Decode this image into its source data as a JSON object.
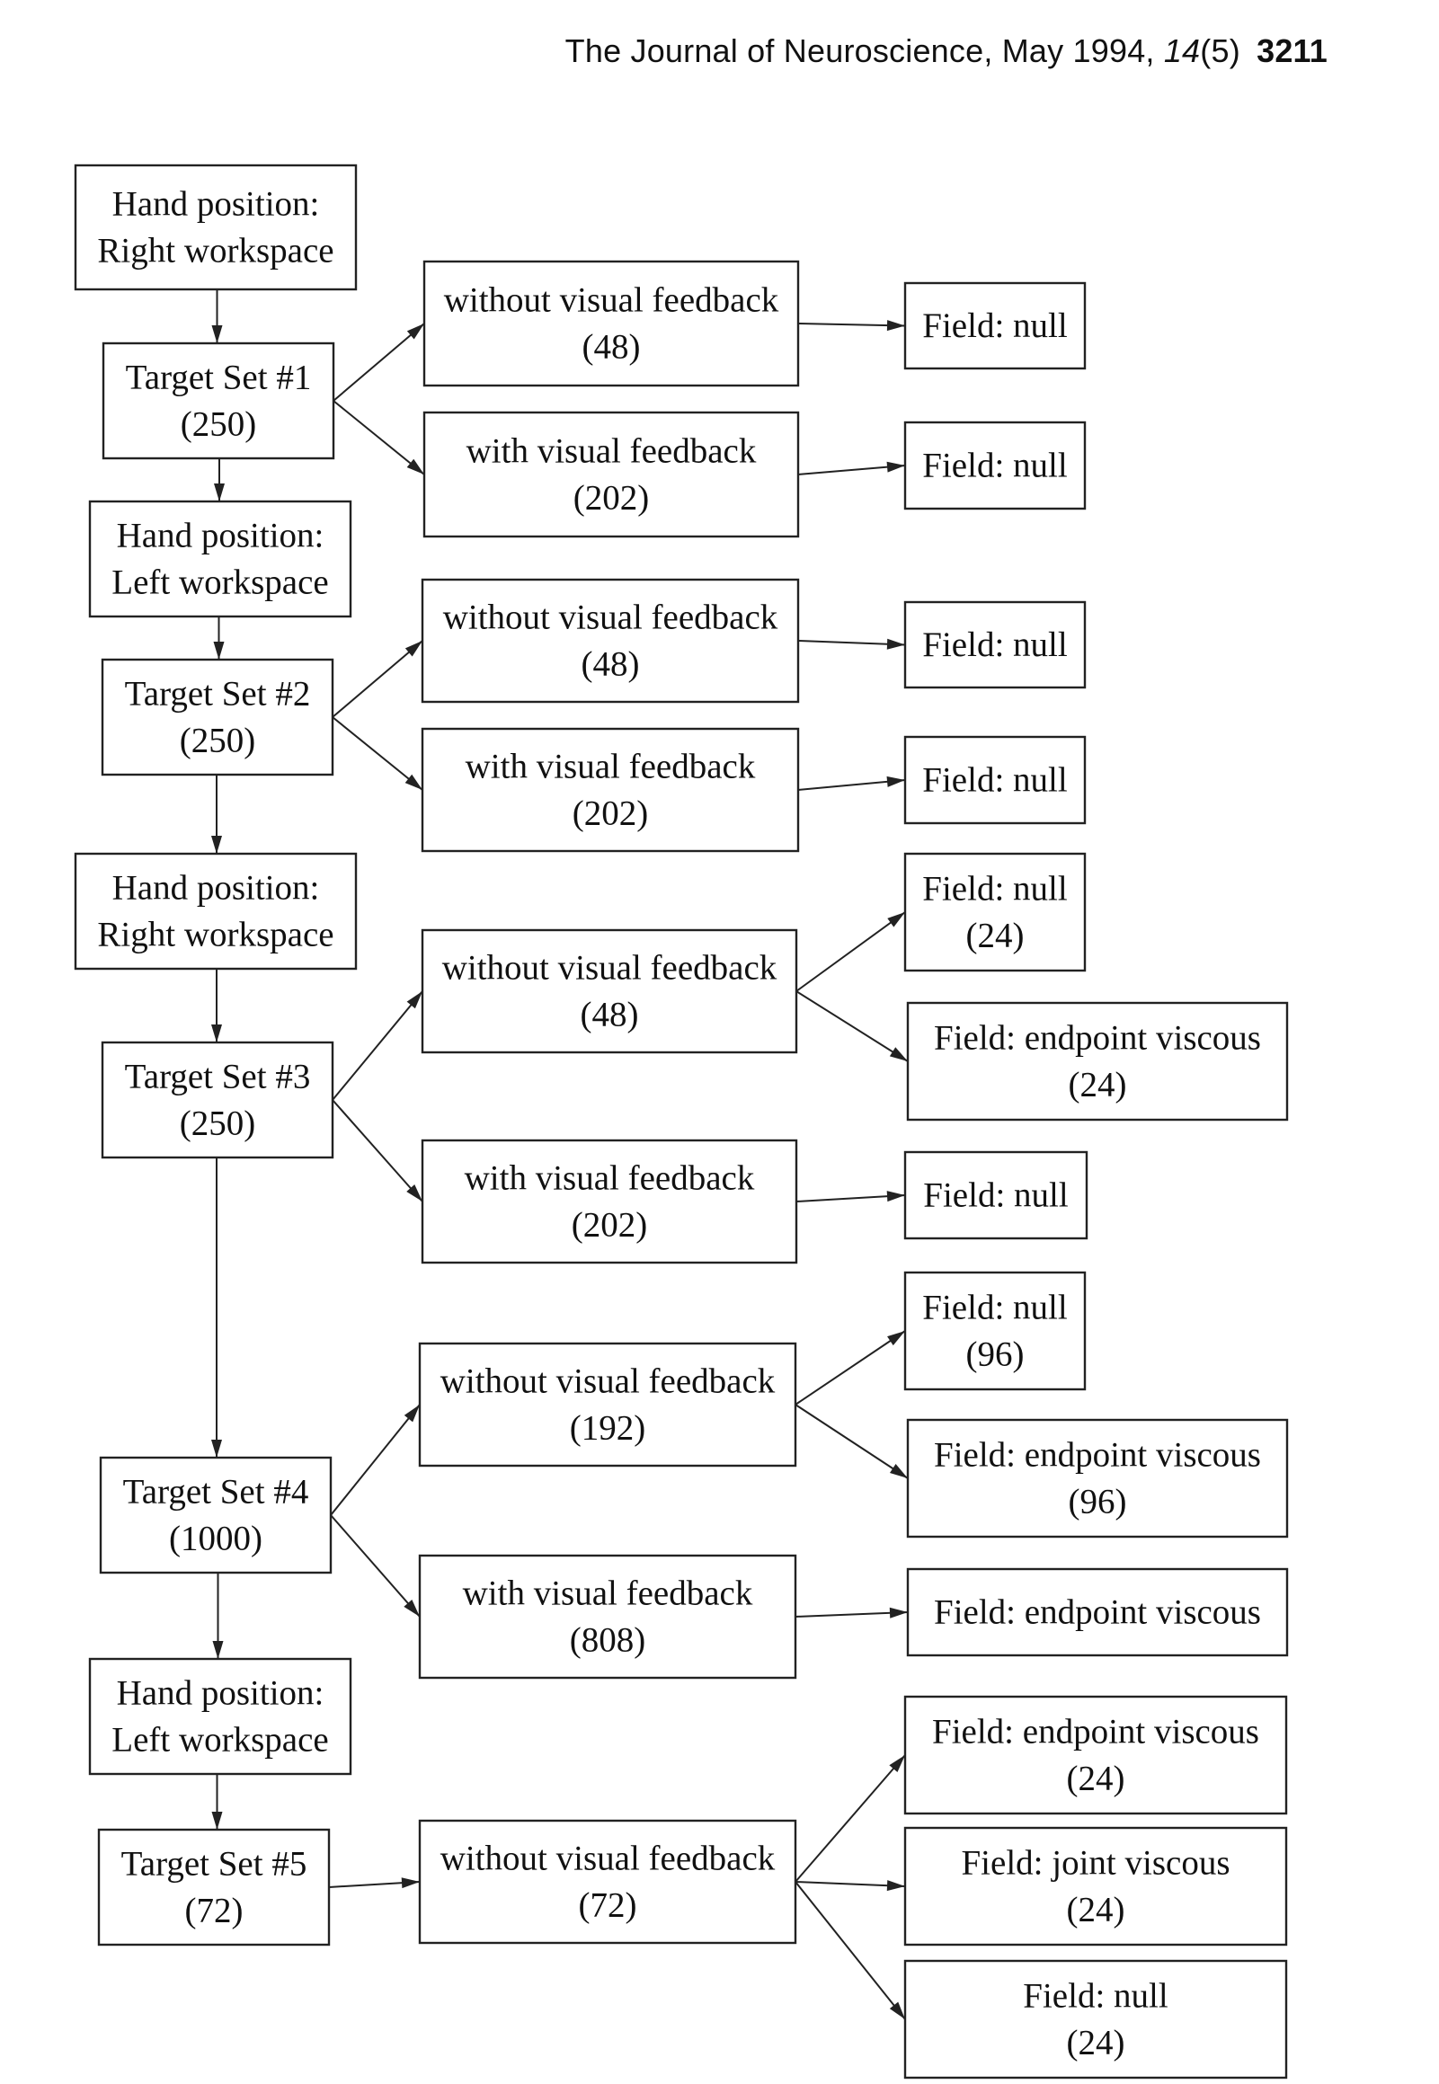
{
  "header": {
    "journal": "The Journal of Neuroscience, May 1994,",
    "volume": "14",
    "issue": "(5)",
    "page": "3211"
  },
  "diagram": {
    "nodes": [
      {
        "id": "hp1",
        "lines": [
          "Hand position:",
          "Right workspace"
        ]
      },
      {
        "id": "ts1",
        "lines": [
          "Target Set #1",
          "(250)"
        ]
      },
      {
        "id": "hp2",
        "lines": [
          "Hand position:",
          "Left workspace"
        ]
      },
      {
        "id": "ts2",
        "lines": [
          "Target Set #2",
          "(250)"
        ]
      },
      {
        "id": "hp3",
        "lines": [
          "Hand position:",
          "Right workspace"
        ]
      },
      {
        "id": "ts3",
        "lines": [
          "Target Set #3",
          "(250)"
        ]
      },
      {
        "id": "ts4",
        "lines": [
          "Target Set #4",
          "(1000)"
        ]
      },
      {
        "id": "hp4",
        "lines": [
          "Hand position:",
          "Left workspace"
        ]
      },
      {
        "id": "ts5",
        "lines": [
          "Target Set #5",
          "(72)"
        ]
      },
      {
        "id": "c1a",
        "lines": [
          "without visual feedback",
          "(48)"
        ]
      },
      {
        "id": "c1b",
        "lines": [
          "with visual feedback",
          "(202)"
        ]
      },
      {
        "id": "c2a",
        "lines": [
          "without visual feedback",
          "(48)"
        ]
      },
      {
        "id": "c2b",
        "lines": [
          "with visual feedback",
          "(202)"
        ]
      },
      {
        "id": "c3a",
        "lines": [
          "without visual feedback",
          "(48)"
        ]
      },
      {
        "id": "c3b",
        "lines": [
          "with visual feedback",
          "(202)"
        ]
      },
      {
        "id": "c4a",
        "lines": [
          "without visual feedback",
          "(192)"
        ]
      },
      {
        "id": "c4b",
        "lines": [
          "with visual feedback",
          "(808)"
        ]
      },
      {
        "id": "c5a",
        "lines": [
          "without visual feedback",
          "(72)"
        ]
      },
      {
        "id": "f1a",
        "lines": [
          "Field: null"
        ]
      },
      {
        "id": "f1b",
        "lines": [
          "Field: null"
        ]
      },
      {
        "id": "f2a",
        "lines": [
          "Field: null"
        ]
      },
      {
        "id": "f2b",
        "lines": [
          "Field: null"
        ]
      },
      {
        "id": "f3a1",
        "lines": [
          "Field: null",
          "(24)"
        ]
      },
      {
        "id": "f3a2",
        "lines": [
          "Field: endpoint viscous",
          "(24)"
        ]
      },
      {
        "id": "f3b",
        "lines": [
          "Field: null"
        ]
      },
      {
        "id": "f4a1",
        "lines": [
          "Field: null",
          "(96)"
        ]
      },
      {
        "id": "f4a2",
        "lines": [
          "Field: endpoint viscous",
          "(96)"
        ]
      },
      {
        "id": "f4b",
        "lines": [
          "Field: endpoint viscous"
        ]
      },
      {
        "id": "f5a1",
        "lines": [
          "Field: endpoint viscous",
          "(24)"
        ]
      },
      {
        "id": "f5a2",
        "lines": [
          "Field: joint viscous",
          "(24)"
        ]
      },
      {
        "id": "f5a3",
        "lines": [
          "Field:  null",
          "(24)"
        ]
      }
    ],
    "edges": [
      [
        "hp1",
        "ts1"
      ],
      [
        "ts1",
        "hp2"
      ],
      [
        "hp2",
        "ts2"
      ],
      [
        "ts2",
        "hp3"
      ],
      [
        "hp3",
        "ts3"
      ],
      [
        "ts3",
        "ts4"
      ],
      [
        "ts4",
        "hp4"
      ],
      [
        "hp4",
        "ts5"
      ],
      [
        "ts1",
        "c1a"
      ],
      [
        "ts1",
        "c1b"
      ],
      [
        "ts2",
        "c2a"
      ],
      [
        "ts2",
        "c2b"
      ],
      [
        "ts3",
        "c3a"
      ],
      [
        "ts3",
        "c3b"
      ],
      [
        "ts4",
        "c4a"
      ],
      [
        "ts4",
        "c4b"
      ],
      [
        "ts5",
        "c5a"
      ],
      [
        "c1a",
        "f1a"
      ],
      [
        "c1b",
        "f1b"
      ],
      [
        "c2a",
        "f2a"
      ],
      [
        "c2b",
        "f2b"
      ],
      [
        "c3a",
        "f3a1"
      ],
      [
        "c3a",
        "f3a2"
      ],
      [
        "c3b",
        "f3b"
      ],
      [
        "c4a",
        "f4a1"
      ],
      [
        "c4a",
        "f4a2"
      ],
      [
        "c4b",
        "f4b"
      ],
      [
        "c5a",
        "f5a1"
      ],
      [
        "c5a",
        "f5a2"
      ],
      [
        "c5a",
        "f5a3"
      ]
    ]
  }
}
